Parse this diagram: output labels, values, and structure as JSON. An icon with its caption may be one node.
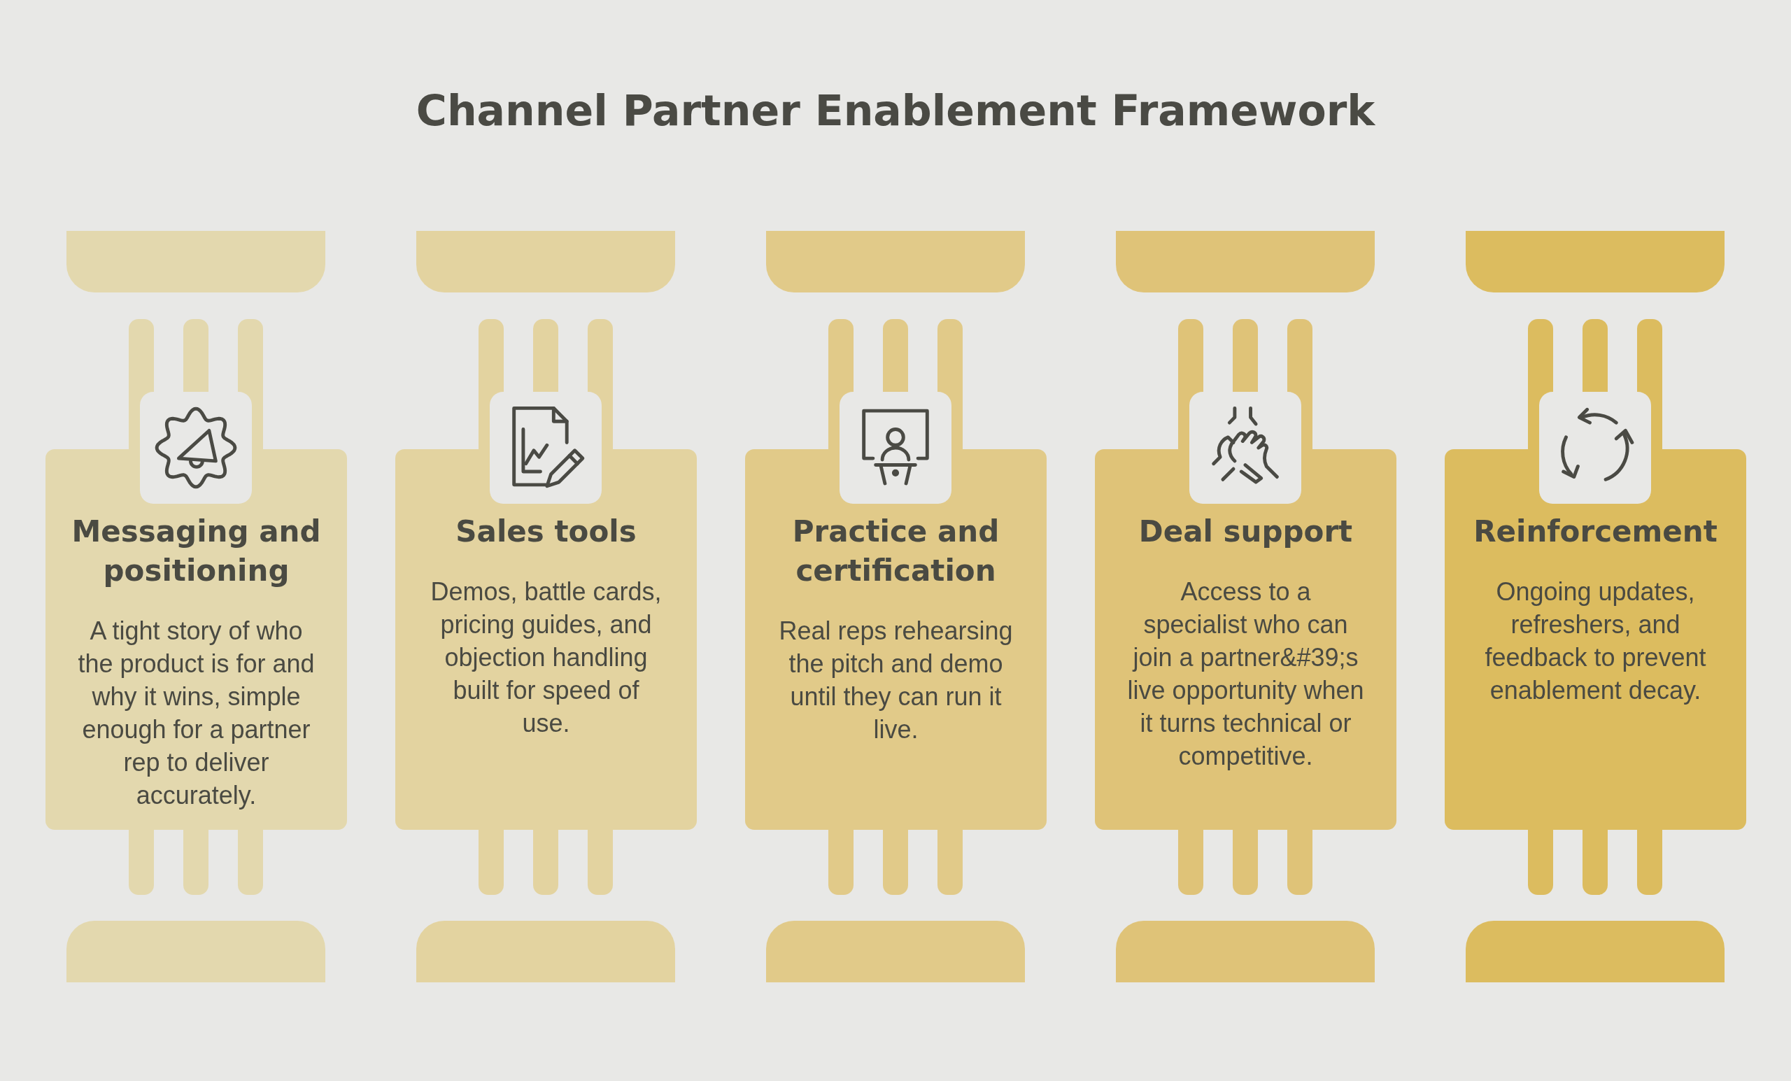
{
  "diagram": {
    "title": "Channel Partner Enablement Framework",
    "nodes": [
      {
        "text": [
          "Messaging and positioning",
          "A tight story of who the product is for and why it wins, simple enough for a partner rep to deliver accurately."
        ]
      },
      {
        "text": [
          "Sales tools",
          "Demos, battle cards, pricing guides, and objection handling built for speed of use."
        ]
      },
      {
        "text": [
          "Practice and certification",
          "Real reps rehearsing the pitch and demo until they can run it live."
        ]
      },
      {
        "text": [
          "Deal support",
          "Access to a specialist who can join a partner&#39;s live opportunity when it turns technical or competitive."
        ]
      },
      {
        "text": [
          "Reinforcement",
          "Ongoing updates, refreshers, and feedback to prevent enablement decay."
        ]
      }
    ]
  }
}
